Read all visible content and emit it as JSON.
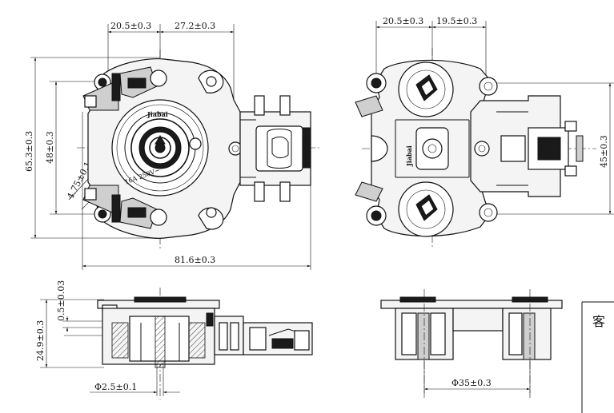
{
  "drawing": {
    "top_left_dims": {
      "dim_20_5": "20.5±0.3",
      "dim_27_2": "27.2±0.3",
      "dim_65_3": "65.3±0.3",
      "dim_48": "48±0.3",
      "dim_4_75": "4.75±0.1",
      "dim_81_6": "81.6±0.3"
    },
    "top_right_dims": {
      "dim_20_5": "20.5±0.3",
      "dim_19_5": "19.5±0.3",
      "dim_45": "45±0.3"
    },
    "bottom_left_dims": {
      "dim_24_9": "24.9±0.3",
      "dim_0_5": "0.5±0.03",
      "dim_phi_2_5": "Φ2.5±0.1"
    },
    "bottom_right_dims": {
      "dim_phi_35": "Φ35±0.3"
    },
    "part_markings": {
      "brand": "Jiabai",
      "rating_small": "16A 250V~"
    },
    "title_block": {
      "customer_char": "客"
    }
  }
}
